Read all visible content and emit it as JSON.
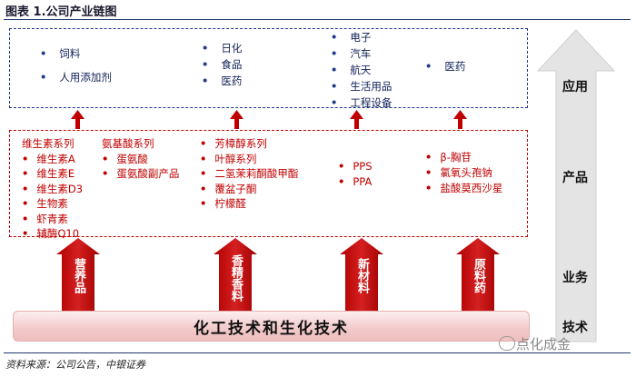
{
  "header": {
    "title": "图表 1.公司产业链图"
  },
  "applications": {
    "col1": [
      "饲料",
      "人用添加剂"
    ],
    "col2": [
      "日化",
      "食品",
      "医药"
    ],
    "col3": [
      "电子",
      "汽车",
      "航天",
      "生活用品",
      "工程设备"
    ],
    "col4": [
      "医药"
    ]
  },
  "products": {
    "vitamins": {
      "title": "维生素系列",
      "items": [
        "维生素A",
        "维生素E",
        "维生素D3",
        "生物素",
        "虾青素",
        "辅酶Q10"
      ]
    },
    "amino": {
      "title": "氨基酸系列",
      "items": [
        "蛋氨酸",
        "蛋氨酸副产品"
      ]
    },
    "aroma": {
      "title": "芳樟醇系列",
      "items": [
        "叶醇系列",
        "二氢茉莉酮酸甲酯",
        "覆盆子酮",
        "柠檬醛"
      ]
    },
    "materials": {
      "items": [
        "PPS",
        "PPA"
      ]
    },
    "pharma": {
      "items": [
        "β-胸苷",
        "氯氧头孢钠",
        "盐酸莫西沙星"
      ]
    }
  },
  "arrows": [
    "营养品",
    "香精香料",
    "新材料",
    "原料药"
  ],
  "tech_bar": "化工技术和生化技术",
  "side": {
    "app": "应用",
    "prod": "产品",
    "biz": "业务",
    "tech": "技术"
  },
  "watermark": "点化成金",
  "source": "资料来源：公司公告，中银证券",
  "colors": {
    "arrow_red": "#c00000",
    "app_border": "#1f3a8a",
    "prod_border": "#c00000"
  }
}
